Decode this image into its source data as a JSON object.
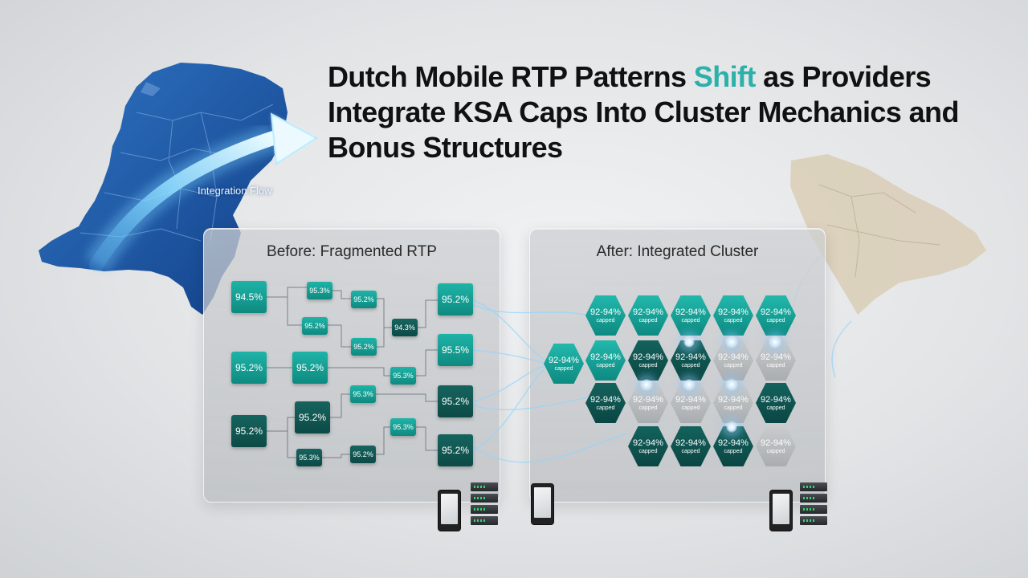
{
  "title": {
    "before_accent": "Dutch Mobile RTP Patterns ",
    "accent": "Shift",
    "after_accent": " as Providers Integrate KSA Caps Into Cluster Mechanics and Bonus Structures"
  },
  "flow_label": "Integration Flow",
  "before_panel": {
    "title": "Before: Fragmented RTP",
    "big_boxes": [
      "94.5%",
      "95.2%",
      "95.2%",
      "95.2%",
      "95.2%",
      "95.2%",
      "95.5%",
      "95.2%"
    ],
    "small_boxes": [
      "95.3%",
      "95.2%",
      "95.2%",
      "95.2%",
      "94.3%",
      "95.3%",
      "95.3%",
      "95.3%",
      "95.3%",
      "95.2%"
    ]
  },
  "after_panel": {
    "title": "After: Integrated Cluster",
    "hex_value": "92-94%",
    "hex_caption": "capped"
  },
  "colors": {
    "accent": "#2bb0aa",
    "teal": "#15a094",
    "dark_teal": "#0f5450",
    "netherlands_blue": "#1f5fae"
  },
  "icons": [
    "netherlands-map-icon",
    "saudi-arabia-map-icon",
    "integration-arrow-icon",
    "smartphone-icon",
    "server-rack-icon"
  ]
}
